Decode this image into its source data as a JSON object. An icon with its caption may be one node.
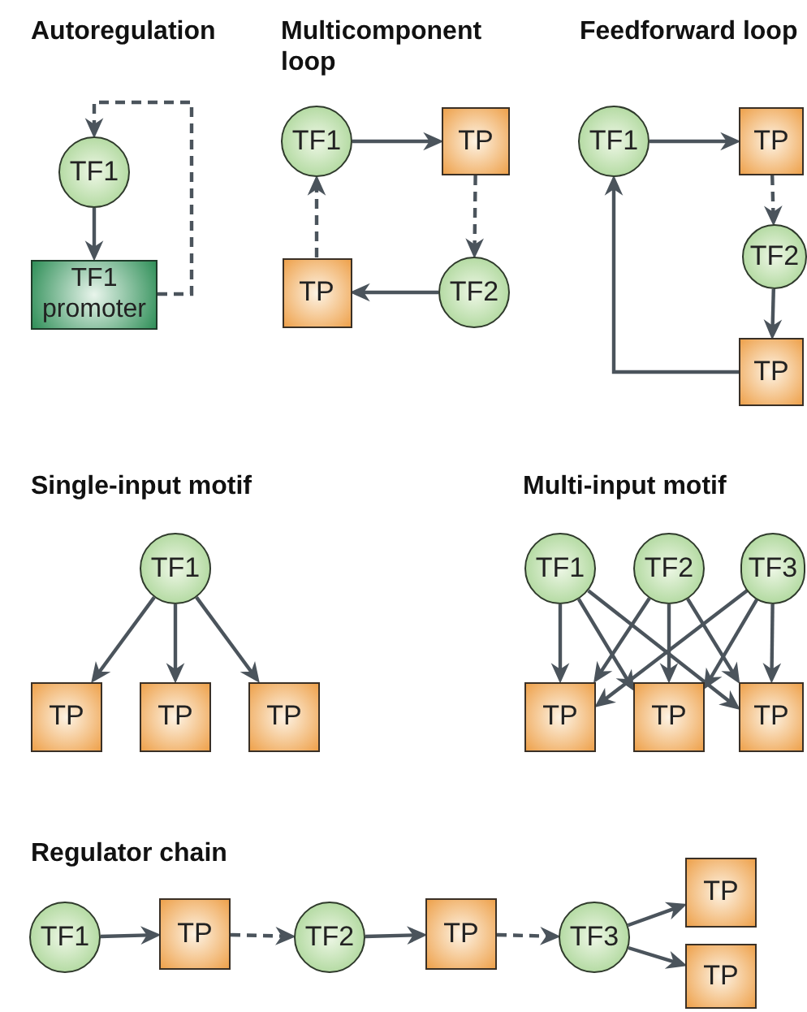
{
  "diagram": {
    "nodes": [
      {
        "text": [
          "TF1"
        ]
      },
      {
        "text": [
          "TF1 promoter"
        ]
      },
      {
        "text": [
          "TF1"
        ]
      },
      {
        "text": [
          "TP"
        ]
      },
      {
        "text": [
          "TF2"
        ]
      },
      {
        "text": [
          "TP"
        ]
      },
      {
        "text": [
          "TF1"
        ]
      },
      {
        "text": [
          "TP"
        ]
      },
      {
        "text": [
          "TF2"
        ]
      },
      {
        "text": [
          "TP"
        ]
      },
      {
        "text": [
          "TF1"
        ]
      },
      {
        "text": [
          "TP"
        ]
      },
      {
        "text": [
          "TP"
        ]
      },
      {
        "text": [
          "TP"
        ]
      },
      {
        "text": [
          "TF1"
        ]
      },
      {
        "text": [
          "TF2"
        ]
      },
      {
        "text": [
          "TF3"
        ]
      },
      {
        "text": [
          "TP"
        ]
      },
      {
        "text": [
          "TP"
        ]
      },
      {
        "text": [
          "TP"
        ]
      },
      {
        "text": [
          "TF1"
        ]
      },
      {
        "text": [
          "TP"
        ]
      },
      {
        "text": [
          "TF2"
        ]
      },
      {
        "text": [
          "TP"
        ]
      },
      {
        "text": [
          "TF3"
        ]
      },
      {
        "text": [
          "TP"
        ]
      },
      {
        "text": [
          "TP"
        ]
      }
    ],
    "edges": [
      {
        "from": 0,
        "to": 1,
        "arrow": "to"
      },
      {
        "from": 1,
        "to": 0,
        "arrow": "to",
        "style": "dashed"
      },
      {
        "from": 2,
        "to": 3,
        "arrow": "to"
      },
      {
        "from": 3,
        "to": 4,
        "arrow": "to",
        "style": "dashed"
      },
      {
        "from": 4,
        "to": 5,
        "arrow": "to"
      },
      {
        "from": 5,
        "to": 2,
        "arrow": "to",
        "style": "dashed"
      },
      {
        "from": 6,
        "to": 7,
        "arrow": "to"
      },
      {
        "from": 7,
        "to": 8,
        "arrow": "to",
        "style": "dashed"
      },
      {
        "from": 8,
        "to": 9,
        "arrow": "to"
      },
      {
        "from": 9,
        "to": 6,
        "arrow": "to"
      },
      {
        "from": 10,
        "to": 11,
        "arrow": "to"
      },
      {
        "from": 10,
        "to": 12,
        "arrow": "to"
      },
      {
        "from": 10,
        "to": 13,
        "arrow": "to"
      },
      {
        "from": 14,
        "to": 17,
        "arrow": "to"
      },
      {
        "from": 14,
        "to": 18,
        "arrow": "to"
      },
      {
        "from": 14,
        "to": 19,
        "arrow": "to"
      },
      {
        "from": 15,
        "to": 17,
        "arrow": "to"
      },
      {
        "from": 15,
        "to": 18,
        "arrow": "to"
      },
      {
        "from": 15,
        "to": 19,
        "arrow": "to"
      },
      {
        "from": 16,
        "to": 17,
        "arrow": "to"
      },
      {
        "from": 16,
        "to": 18,
        "arrow": "to"
      },
      {
        "from": 16,
        "to": 19,
        "arrow": "to"
      },
      {
        "from": 20,
        "to": 21,
        "arrow": "to"
      },
      {
        "from": 21,
        "to": 22,
        "arrow": "to",
        "style": "dashed"
      },
      {
        "from": 22,
        "to": 23,
        "arrow": "to"
      },
      {
        "from": 23,
        "to": 24,
        "arrow": "to",
        "style": "dashed"
      },
      {
        "from": 24,
        "to": 25,
        "arrow": "to"
      },
      {
        "from": 24,
        "to": 26,
        "arrow": "to"
      }
    ],
    "labels": [
      "Autoregulation",
      "Multicomponent loop",
      "Feedforward loop",
      "Single-input motif",
      "Multi-input motif",
      "Regulator chain"
    ]
  }
}
